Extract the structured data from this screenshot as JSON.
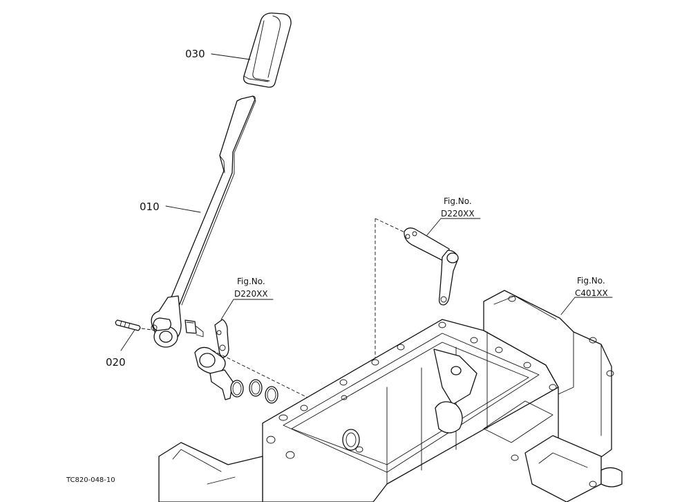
{
  "parts": [
    {
      "id": "p030",
      "label": "030"
    },
    {
      "id": "p010",
      "label": "010"
    },
    {
      "id": "p020",
      "label": "020"
    }
  ],
  "references": [
    {
      "id": "ref1",
      "line1": "Fig.No.",
      "line2": "D220XX"
    },
    {
      "id": "ref2",
      "line1": "Fig.No.",
      "line2": "D220XX"
    },
    {
      "id": "ref3",
      "line1": "Fig.No.",
      "line2": "C401XX"
    }
  ],
  "drawing_code": "TC820-048-10"
}
